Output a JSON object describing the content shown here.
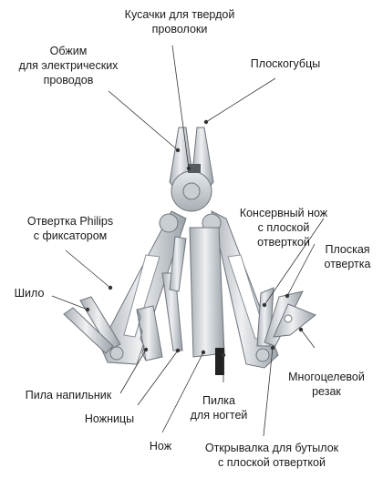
{
  "labels": {
    "wire_cutters": [
      "Кусачки для твердой",
      "проволоки"
    ],
    "crimper": [
      "Обжим",
      "для электрических",
      "проводов"
    ],
    "pliers": [
      "Плоскогубцы"
    ],
    "phillips": [
      "Отвертка Philips",
      "с фиксатором"
    ],
    "can_opener": [
      "Консервный нож",
      "с плоской",
      "отверткой"
    ],
    "flat_screwdriver": [
      "Плоская",
      "отвертка"
    ],
    "awl": [
      "Шило"
    ],
    "saw_file": [
      "Пила напильник"
    ],
    "scissors": [
      "Ножницы"
    ],
    "knife": [
      "Нож"
    ],
    "nail_file": [
      "Пилка",
      "для ногтей"
    ],
    "multi_cutter": [
      "Многоцелевой",
      "резак"
    ],
    "bottle_opener": [
      "Открывалка для бутылок",
      "с плоской отверткой"
    ]
  },
  "colors": {
    "steel_light": "#d9dde1",
    "steel_mid": "#b5bbc1",
    "steel_dark": "#7d848b",
    "line": "#333333",
    "text": "#1a1a1a"
  }
}
